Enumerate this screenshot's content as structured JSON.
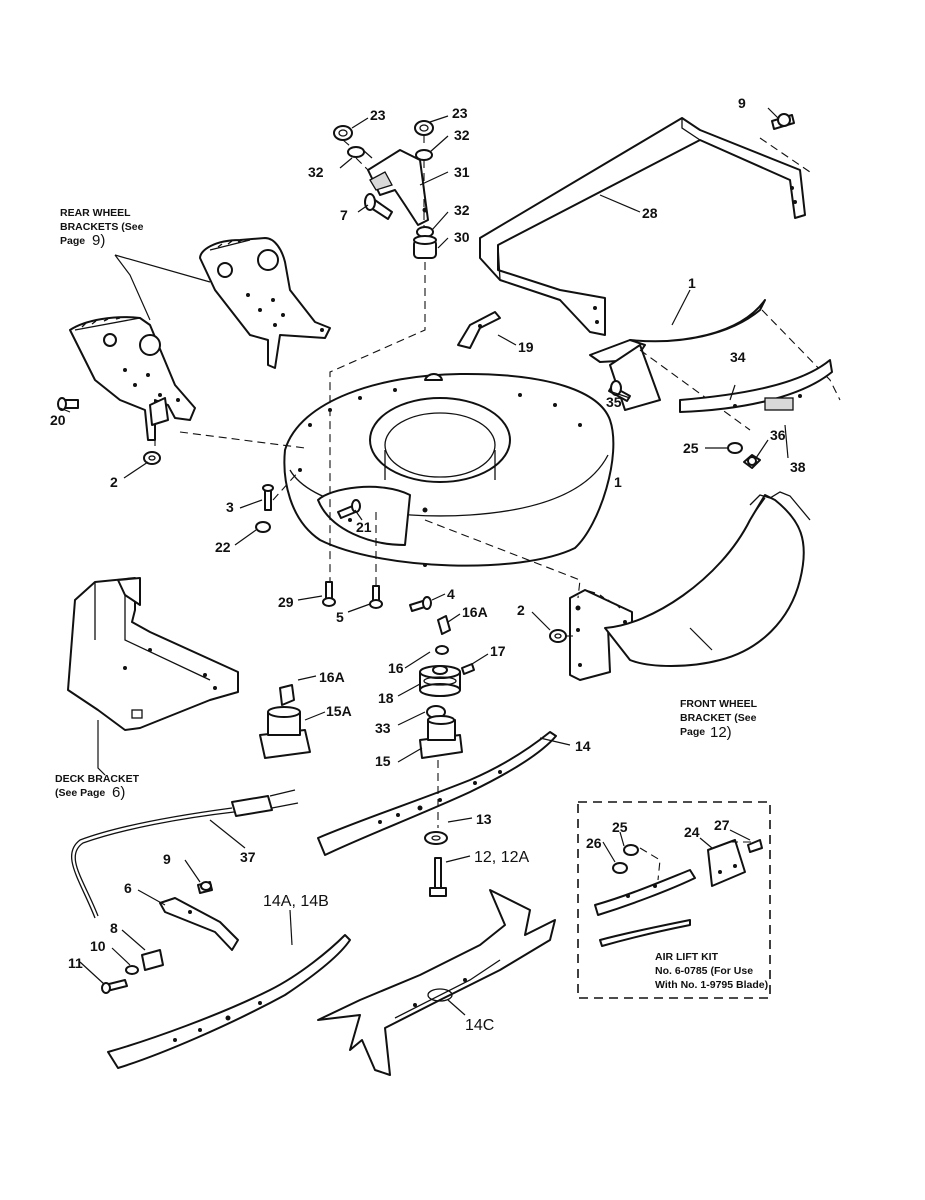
{
  "callouts": {
    "n23a": "23",
    "n23b": "23",
    "n32a": "32",
    "n32b": "32",
    "n32c": "32",
    "n31": "31",
    "n30": "30",
    "n7": "7",
    "n9a": "9",
    "n28": "28",
    "n1a": "1",
    "n1b": "1",
    "n19": "19",
    "n20": "20",
    "n2a": "2",
    "n35": "35",
    "n34": "34",
    "n25a": "25",
    "n36": "36",
    "n38": "38",
    "n3": "3",
    "n21": "21",
    "n22": "22",
    "n29": "29",
    "n5": "5",
    "n4": "4",
    "n16Aa": "16A",
    "n2b": "2",
    "n16": "16",
    "n17": "17",
    "n16Ab": "16A",
    "n18": "18",
    "n15A": "15A",
    "n33": "33",
    "n15": "15",
    "n14": "14",
    "n13": "13",
    "n12": "12, 12A",
    "n37": "37",
    "n9b": "9",
    "n6": "6",
    "n8": "8",
    "n10": "10",
    "n11": "11",
    "n14AB": "14A, 14B",
    "n14C": "14C",
    "n25b": "25",
    "n26": "26",
    "n24": "24",
    "n27": "27"
  },
  "captions": {
    "rear_wheel": [
      "REAR WHEEL",
      "BRACKETS (See",
      "Page",
      "9)"
    ],
    "front_wheel": [
      "FRONT WHEEL",
      "BRACKET (See",
      "Page",
      "12)"
    ],
    "deck_bracket": [
      "DECK BRACKET",
      "(See Page",
      "6)"
    ],
    "air_lift": [
      "AIR LIFT KIT",
      "No. 6-0785 (For Use",
      "With No. 1-9795 Blade)"
    ]
  }
}
